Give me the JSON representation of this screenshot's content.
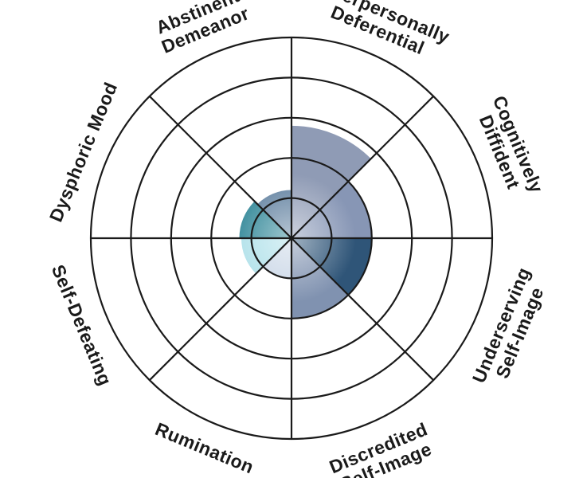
{
  "wheel": {
    "rings": 5,
    "sectors": [
      {
        "lines": [
          "Interpersonally",
          "Deferential"
        ],
        "level": 2.8,
        "color": "#8f9bb5"
      },
      {
        "lines": [
          "Cognitively",
          "Diffident"
        ],
        "level": 2.0,
        "color": "#8796b5"
      },
      {
        "lines": [
          "Underserving",
          "Self-Image"
        ],
        "level": 2.0,
        "color": "#2f5578"
      },
      {
        "lines": [
          "Discredited",
          "Self-Image"
        ],
        "level": 2.0,
        "color": "#8092b0"
      },
      {
        "lines": [
          "Rumination"
        ],
        "level": 1.0,
        "color": "#c9d6e6"
      },
      {
        "lines": [
          "Self-Defeating"
        ],
        "level": 1.25,
        "color": "#aee0e9"
      },
      {
        "lines": [
          "Dysphoric Mood"
        ],
        "level": 1.3,
        "color": "#2e8596"
      },
      {
        "lines": [
          "Abstinent",
          "Demeanor"
        ],
        "level": 1.2,
        "color": "#60809f"
      }
    ]
  }
}
